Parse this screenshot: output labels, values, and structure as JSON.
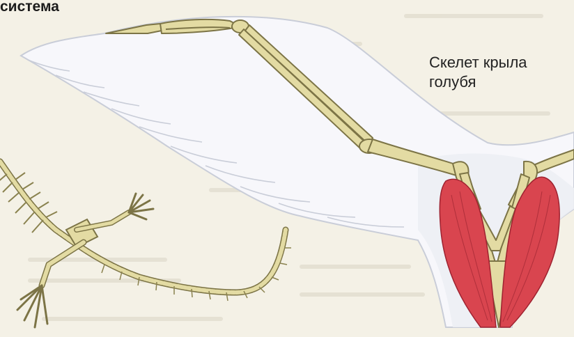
{
  "heading": "система",
  "caption": {
    "line1": "Скелет крыла",
    "line2": "голубя"
  },
  "figures": {
    "wing_skeleton": "pigeon-wing-skeleton",
    "lizard_skeleton": "lizard-skeleton"
  },
  "colors": {
    "page": "#f4f1e6",
    "feather": "#f7f7fb",
    "feather_shadow": "#c9cdd8",
    "bone": "#e3dba3",
    "bone_outline": "#7c7446",
    "muscle": "#d9454f",
    "muscle_dark": "#9e2230"
  }
}
